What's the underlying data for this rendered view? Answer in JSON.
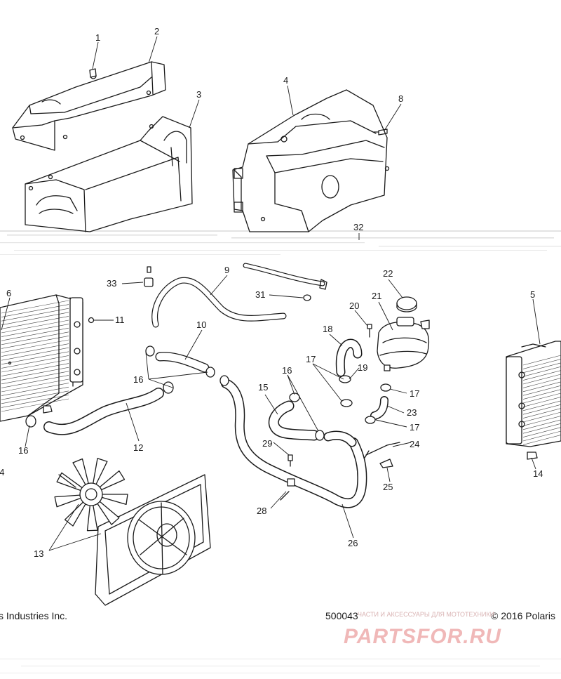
{
  "diagram": {
    "part_numbers": [
      "1",
      "2",
      "3",
      "4",
      "8",
      "32",
      "22",
      "5",
      "33",
      "9",
      "21",
      "20",
      "6",
      "11",
      "10",
      "31",
      "18",
      "16",
      "17",
      "19",
      "15",
      "12",
      "23",
      "24",
      "29",
      "25",
      "14",
      "13",
      "28",
      "26"
    ],
    "footer": {
      "left": "s Industries Inc.",
      "center": "500043",
      "right": "© 2016 Polaris"
    },
    "watermark": {
      "small": "ЧАСТИ И АКСЕССУАРЫ ДЛЯ МОТОТЕХНИКИ",
      "big": "PARTSFOR.RU"
    },
    "colors": {
      "line": "#1a1a1a",
      "watermark": "#f0b8b8",
      "background": "#ffffff"
    }
  }
}
